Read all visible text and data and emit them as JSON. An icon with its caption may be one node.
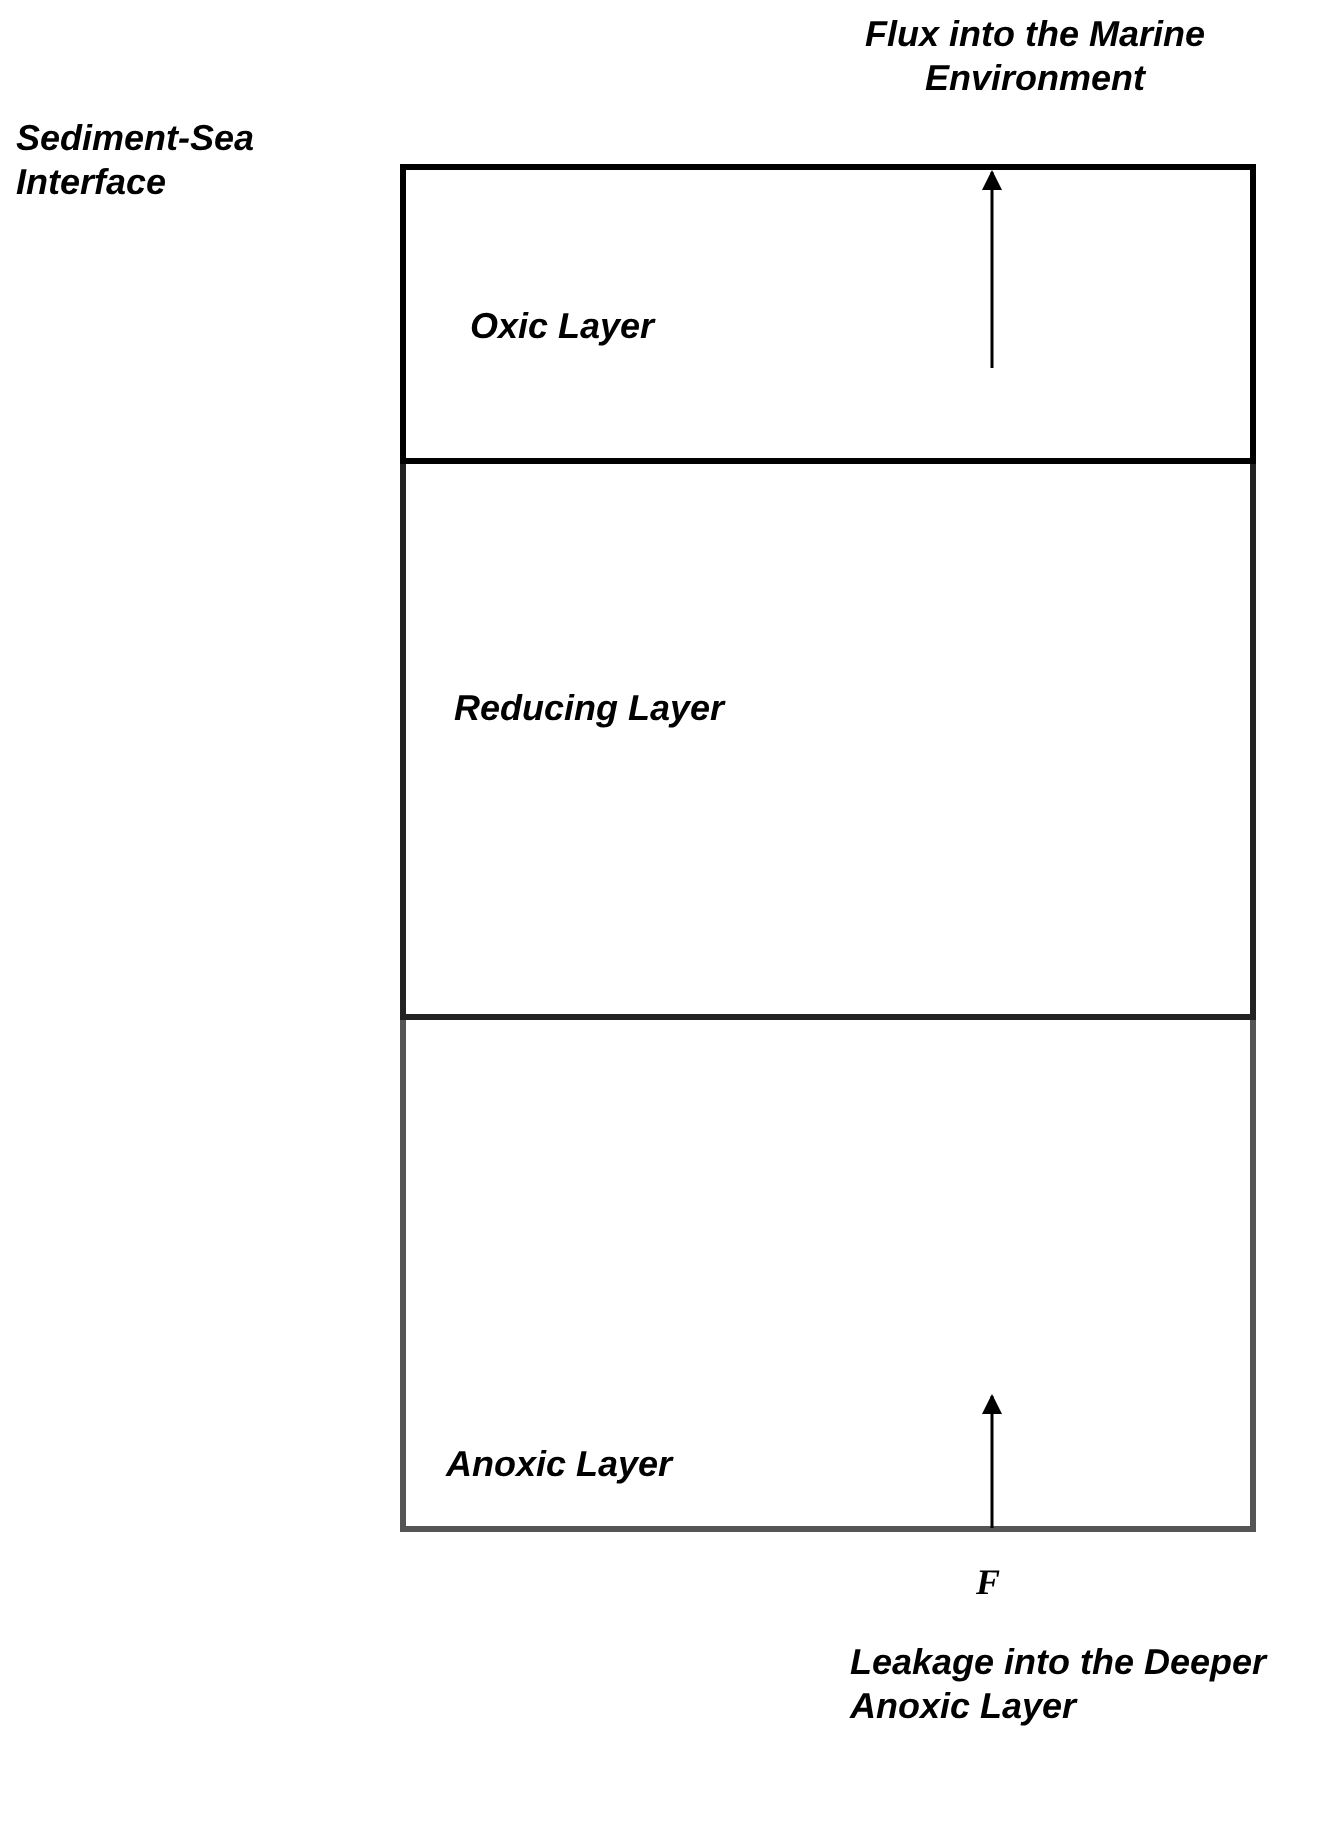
{
  "diagram": {
    "nodes": [
      {
        "text": [
          "Oxic Layer"
        ]
      },
      {
        "text": [
          "Reducing Layer"
        ]
      },
      {
        "text": [
          "Anoxic Layer"
        ]
      }
    ],
    "labels": [
      "Flux into the Marine Environment",
      "Sediment-Sea Interface",
      "F",
      "Leakage into the Deeper Anoxic Layer"
    ]
  }
}
